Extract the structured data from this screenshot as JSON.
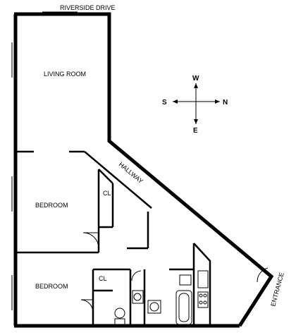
{
  "street": "RIVERSIDE DRIVE",
  "rooms": {
    "living_room": "LIVING ROOM",
    "bedroom_1": "BEDROOM",
    "bedroom_2": "BEDROOM",
    "hallway": "HALLWAY",
    "closet_1": "CL",
    "closet_2": "CL",
    "entrance": "ENTRANCE"
  },
  "compass": {
    "north": "N",
    "south": "S",
    "east": "E",
    "west": "W"
  }
}
